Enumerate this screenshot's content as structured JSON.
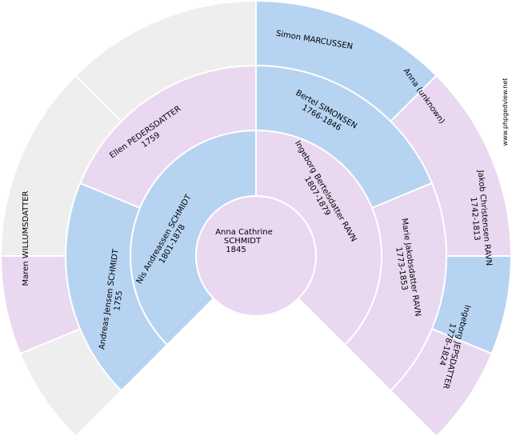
{
  "watermark": "www.phpgedview.net",
  "colors": {
    "male": "#b6d3f2",
    "female": "#e9d8f0",
    "unknown": "#eeeeee"
  },
  "root": {
    "name": "Anna Cathrine",
    "surname": "SCHMIDT",
    "dates": "1845"
  },
  "gen1": {
    "father": {
      "name": "Nis Andreassen SCHMIDT",
      "dates": "1801-1878"
    },
    "mother": {
      "name": "Ingeborg Bertelsdatter RAVN",
      "dates": "1807-1879"
    }
  },
  "gen2": {
    "ff": {
      "name": "Andreas Jensen SCHMIDT",
      "dates": "1755"
    },
    "fm": {
      "name": "Ellen PEDERSDATTER",
      "dates": "1759"
    },
    "mf": {
      "name": "Bertel SIMONSEN",
      "dates": "1766-1846"
    },
    "mm": {
      "name": "Marie Jakobsdatter RAVN",
      "dates": "1773-1853"
    }
  },
  "gen3": {
    "fff": {
      "name": "",
      "dates": ""
    },
    "ffm": {
      "name": "Maren WILLUMSDATTER",
      "dates": ""
    },
    "fmf": {
      "name": "",
      "dates": ""
    },
    "fmm": {
      "name": "",
      "dates": ""
    },
    "mff": {
      "name": "Simon MARCUSSEN",
      "dates": ""
    },
    "mfm": {
      "name": "Anna (unknown)",
      "dates": ""
    },
    "mmf": {
      "name": "Jakob Christensen RAVN",
      "dates": "1742-1813"
    },
    "mmm": {
      "name": "Ingeborg JEPSDATTER",
      "dates": "1778-1824"
    }
  }
}
